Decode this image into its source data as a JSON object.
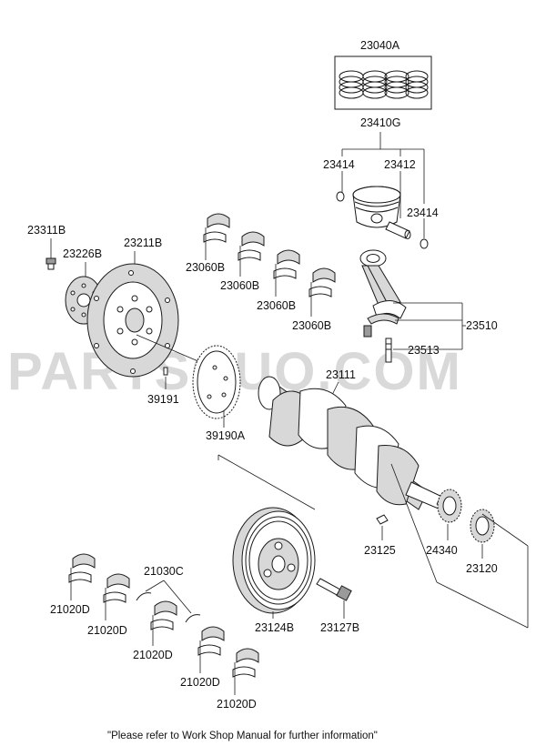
{
  "watermark": "PARTSOUQ.COM",
  "footer_note": "\"Please refer to Work Shop Manual for further information\"",
  "labels": {
    "p23040A": "23040A",
    "p23410G": "23410G",
    "p23414a": "23414",
    "p23412": "23412",
    "p23414b": "23414",
    "p23311B": "23311B",
    "p23226B": "23226B",
    "p23211B": "23211B",
    "p23060B_1": "23060B",
    "p23060B_2": "23060B",
    "p23060B_3": "23060B",
    "p23060B_4": "23060B",
    "p23510": "23510",
    "p23513": "23513",
    "p23111": "23111",
    "p39191": "39191",
    "p39190A": "39190A",
    "p23125": "23125",
    "p24340": "24340",
    "p23120": "23120",
    "p21030C": "21030C",
    "p21020D_1": "21020D",
    "p21020D_2": "21020D",
    "p21020D_3": "21020D",
    "p21020D_4": "21020D",
    "p21020D_5": "21020D",
    "p23124B": "23124B",
    "p23127B": "23127B"
  }
}
